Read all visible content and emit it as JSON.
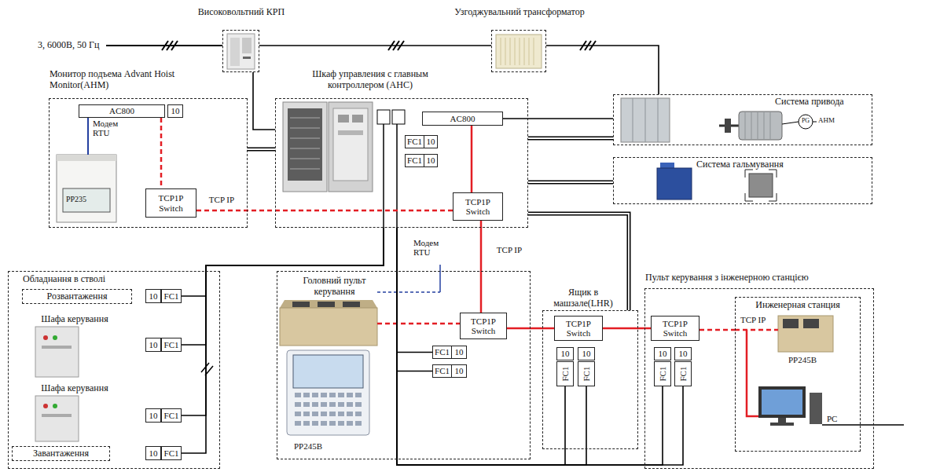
{
  "diagram": {
    "nodes": [
      {
        "text": [
          "Високовольтний КРП"
        ]
      },
      {
        "text": [
          "Узгоджувальний трансформатор"
        ]
      },
      {
        "text": [
          "Монитор подъема Advant Hoist Monitor(AHM)"
        ]
      },
      {
        "text": [
          "AC800"
        ],
        "in": 2
      },
      {
        "text": [
          "10"
        ],
        "in": 2
      },
      {
        "text": [
          "TCP1P Switch"
        ],
        "in": 2
      },
      {
        "text": [
          "Шкаф управления с главным контроллером (AHC)"
        ]
      },
      {
        "text": [
          "AC800"
        ],
        "in": 6
      },
      {
        "text": [
          "FC1"
        ],
        "in": 6
      },
      {
        "text": [
          "10"
        ],
        "in": 6
      },
      {
        "text": [
          "FC1"
        ],
        "in": 6
      },
      {
        "text": [
          "10"
        ],
        "in": 6
      },
      {
        "text": [
          "TCP1P Switch"
        ],
        "in": 6
      },
      {
        "text": [
          "Система привода"
        ]
      },
      {
        "text": [
          "Система гальмування"
        ]
      },
      {
        "text": [
          "Обладнання в стволі"
        ]
      },
      {
        "text": [
          "Розвантаження"
        ],
        "in": 15
      },
      {
        "text": [
          "10"
        ],
        "in": 15
      },
      {
        "text": [
          "FC1"
        ],
        "in": 15
      },
      {
        "text": [
          "10"
        ],
        "in": 15
      },
      {
        "text": [
          "FC1"
        ],
        "in": 15
      },
      {
        "text": [
          "10"
        ],
        "in": 15
      },
      {
        "text": [
          "FC1"
        ],
        "in": 15
      },
      {
        "text": [
          "Завантаження"
        ],
        "in": 15
      },
      {
        "text": [
          "10"
        ],
        "in": 15
      },
      {
        "text": [
          "FC1"
        ],
        "in": 15
      },
      {
        "text": [
          "Головний пульт керування"
        ]
      },
      {
        "text": [
          "TCP1P Switch"
        ],
        "in": 26
      },
      {
        "text": [
          "FC1"
        ],
        "in": 26
      },
      {
        "text": [
          "10"
        ],
        "in": 26
      },
      {
        "text": [
          "FC1"
        ],
        "in": 26
      },
      {
        "text": [
          "10"
        ],
        "in": 26
      },
      {
        "text": [
          "Ящик в машзале(LHR)"
        ]
      },
      {
        "text": [
          "TCP1P Switch"
        ],
        "in": 32
      },
      {
        "text": [
          "10"
        ],
        "in": 32
      },
      {
        "text": [
          "10"
        ],
        "in": 32
      },
      {
        "text": [
          "FC1"
        ],
        "in": 32
      },
      {
        "text": [
          "FC1"
        ],
        "in": 32
      },
      {
        "text": [
          "Пульт керування з інженерною станцією"
        ]
      },
      {
        "text": [
          "TCP1P Switch"
        ],
        "in": 38
      },
      {
        "text": [
          "10"
        ],
        "in": 38
      },
      {
        "text": [
          "10"
        ],
        "in": 38
      },
      {
        "text": [
          "FC1"
        ],
        "in": 38
      },
      {
        "text": [
          "FC1"
        ],
        "in": 38
      },
      {
        "text": [
          "Инженерная станция"
        ],
        "in": 38
      }
    ],
    "edges": [
      {
        "from": 0,
        "to": 1,
        "arrow": "none"
      },
      {
        "from": 1,
        "to": 13,
        "arrow": "none"
      },
      {
        "from": 0,
        "to": 6,
        "arrow": "none"
      },
      {
        "from": 2,
        "to": 6,
        "arrow": "none"
      },
      {
        "from": 7,
        "to": 13,
        "arrow": "none"
      },
      {
        "from": 6,
        "to": 13,
        "arrow": "none"
      },
      {
        "from": 6,
        "to": 14,
        "arrow": "none"
      },
      {
        "from": 6,
        "to": 32,
        "arrow": "none"
      },
      {
        "from": 3,
        "to": 5,
        "arrow": "none"
      },
      {
        "from": 5,
        "to": 12,
        "label": "TCP IP",
        "arrow": "none"
      },
      {
        "from": 7,
        "to": 12,
        "arrow": "none"
      },
      {
        "from": 12,
        "to": 27,
        "label": "TCP IP",
        "arrow": "none"
      },
      {
        "from": 27,
        "to": 33,
        "arrow": "none"
      },
      {
        "from": 33,
        "to": 39,
        "arrow": "none"
      },
      {
        "from": 39,
        "to": 44,
        "arrow": "none"
      },
      {
        "from": 6,
        "to": 18,
        "arrow": "none"
      },
      {
        "from": 6,
        "to": 20,
        "arrow": "none"
      },
      {
        "from": 6,
        "to": 22,
        "arrow": "none"
      },
      {
        "from": 6,
        "to": 25,
        "arrow": "none"
      },
      {
        "from": 6,
        "to": 28,
        "arrow": "none"
      },
      {
        "from": 6,
        "to": 30,
        "arrow": "none"
      },
      {
        "from": 6,
        "to": 36,
        "arrow": "none"
      },
      {
        "from": 6,
        "to": 37,
        "arrow": "none"
      },
      {
        "from": 6,
        "to": 42,
        "arrow": "none"
      },
      {
        "from": 6,
        "to": 43,
        "arrow": "none"
      }
    ],
    "labels": [
      "3, 6000В, 50 Гц",
      "Модем RTU",
      "PP235",
      "PG",
      "AHM",
      "Шафа керування",
      "Шафа керування",
      "Модем RTU",
      "PP245B",
      "TCP IP",
      "PP245B",
      "PC"
    ]
  }
}
